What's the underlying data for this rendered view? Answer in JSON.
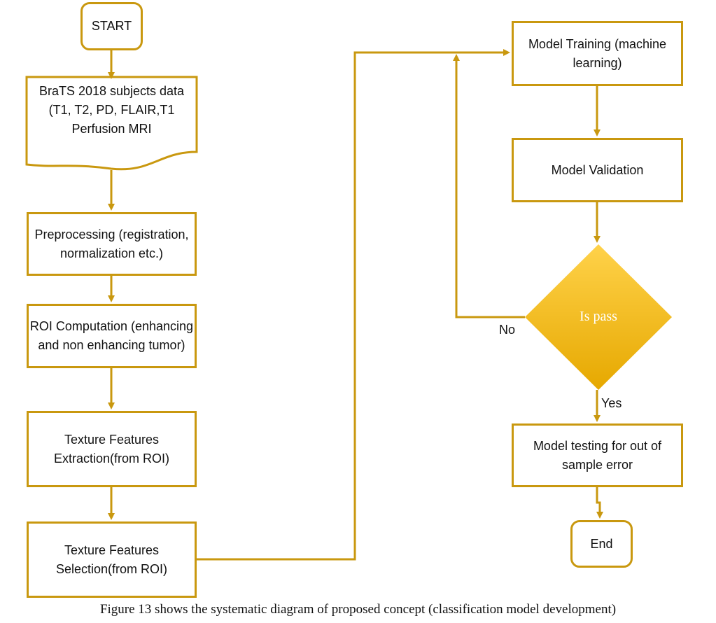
{
  "colors": {
    "accent": "#C9980F",
    "decision_fill_top": "#FFD24A",
    "decision_fill_bottom": "#E6A800",
    "text": "#111111"
  },
  "nodes": {
    "start": "START",
    "data": "BraTS 2018 subjects data\n(T1, T2, PD, FLAIR,T1\nPerfusion MRI",
    "preprocessing": "Preprocessing (registration,\nnormalization etc.)",
    "roi": "ROI Computation (enhancing\nand non enhancing tumor)",
    "extraction": "Texture Features\nExtraction(from ROI)",
    "selection": "Texture Features\nSelection(from ROI)",
    "training": "Model Training (machine\nlearning)",
    "validation": "Model Validation",
    "decision": "Is pass",
    "testing": "Model testing for out of\nsample error",
    "end": "End"
  },
  "edge_labels": {
    "no": "No",
    "yes": "Yes"
  },
  "caption": "Figure 13  shows the systematic diagram of proposed concept (classification model development)"
}
